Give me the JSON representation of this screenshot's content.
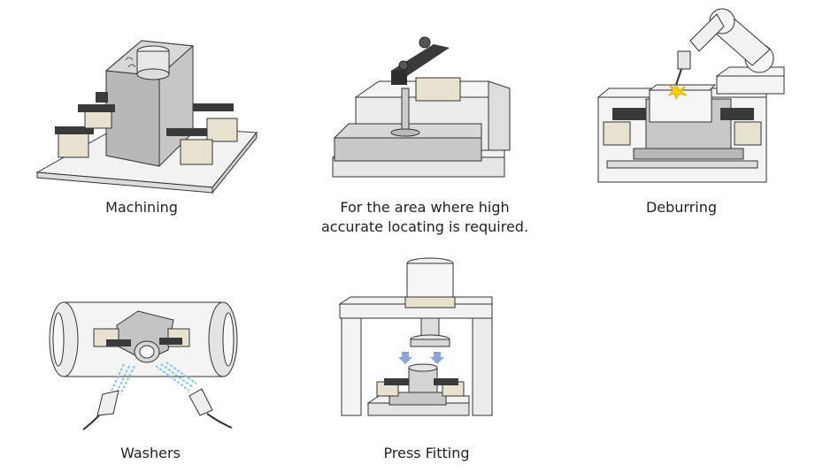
{
  "applications": [
    {
      "id": "machining",
      "caption": "Machining"
    },
    {
      "id": "locating",
      "caption": "For the area where high\naccurate locating is required."
    },
    {
      "id": "deburring",
      "caption": "Deburring"
    },
    {
      "id": "washers",
      "caption": "Washers"
    },
    {
      "id": "press-fitting",
      "caption": "Press Fitting"
    }
  ],
  "colors": {
    "outline": "#333333",
    "base": "#f2f2f2",
    "base_side": "#dcdcdc",
    "block": "#c8c8c8",
    "block_dark": "#a9a9a9",
    "clamp": "#3a3a3a",
    "cylinder": "#e6e2cf",
    "spark": "#f5d000",
    "spray": "#7fc6ea",
    "arrow": "#8aa6d6"
  }
}
